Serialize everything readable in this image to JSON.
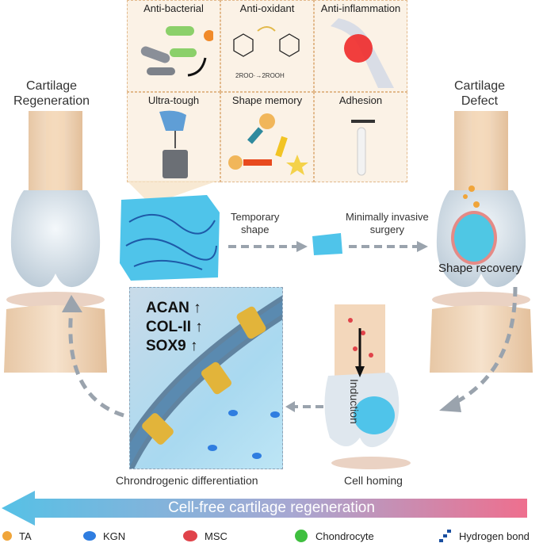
{
  "left_bone": {
    "title_line1": "Cartilage",
    "title_line2": "Regeneration"
  },
  "right_bone": {
    "title_line1": "Cartilage",
    "title_line2": "Defect"
  },
  "properties": [
    {
      "label": "Anti-bacterial"
    },
    {
      "label": "Anti-oxidant"
    },
    {
      "label": "Anti-inflammation"
    },
    {
      "label": "Ultra-tough"
    },
    {
      "label": "Shape memory"
    },
    {
      "label": "Adhesion"
    }
  ],
  "antioxidant_reaction": "2ROO·→2ROOH",
  "flow": {
    "temporary_shape": [
      "Temporary",
      "shape"
    ],
    "surgery": [
      "Minimally invasive",
      "surgery"
    ],
    "shape_recovery": "Shape recovery",
    "induction": "Induction",
    "cell_homing": "Cell homing",
    "differentiation": "Chrondrogenic differentiation"
  },
  "markers": [
    "ACAN ↑",
    "COL-II ↑",
    "SOX9 ↑"
  ],
  "banner": "Cell-free cartilage regeneration",
  "legend": [
    {
      "label": "TA",
      "color": "#f0a53a",
      "icon": "ta-dot-icon"
    },
    {
      "label": "KGN",
      "color": "#2f7de0",
      "icon": "kgn-blob-icon"
    },
    {
      "label": "MSC",
      "color": "#e0434a",
      "icon": "msc-cell-icon"
    },
    {
      "label": "Chondrocyte",
      "color": "#3fbf3f",
      "icon": "chondrocyte-cell-icon"
    },
    {
      "label": "Hydrogen bond",
      "color": "#1a4fa0",
      "icon": "hydrogen-bond-icon"
    }
  ]
}
